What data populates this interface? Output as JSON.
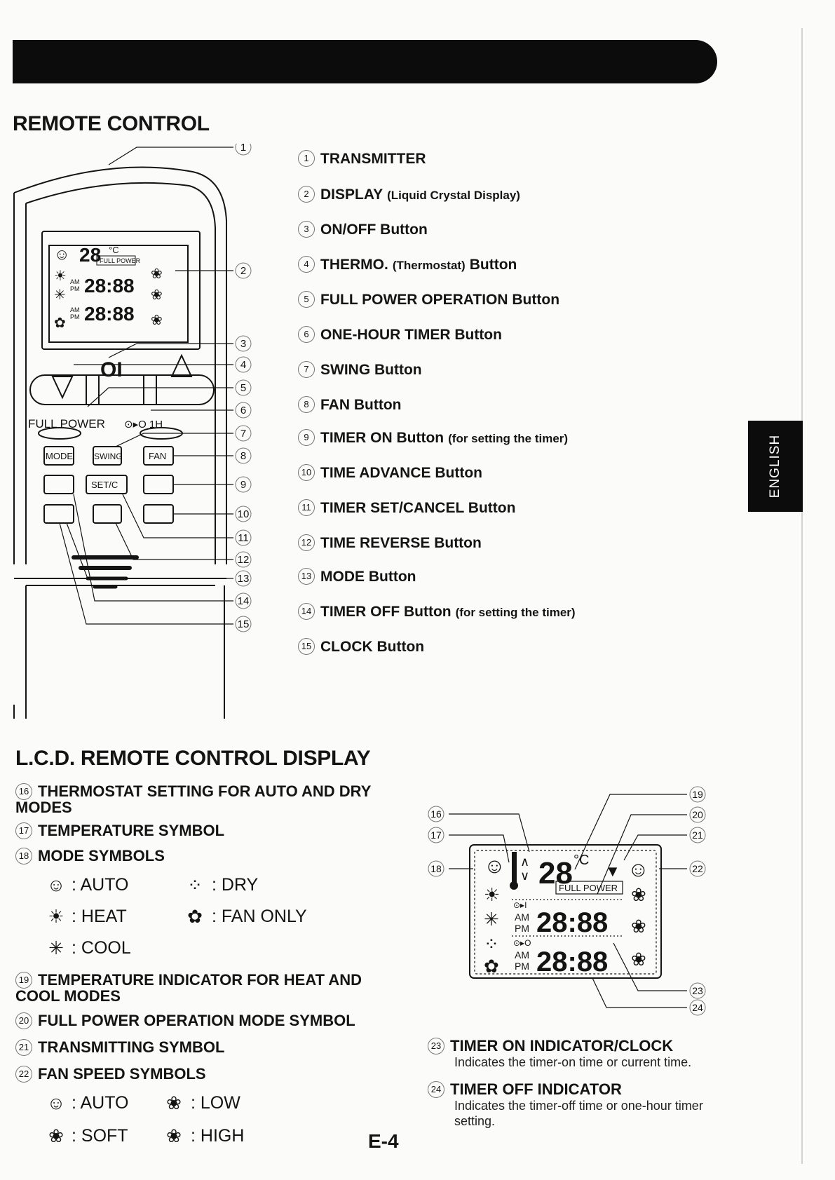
{
  "sections": {
    "remote_title": "REMOTE CONTROL",
    "lcd_title": "L.C.D. REMOTE CONTROL DISPLAY",
    "lang_tab": "ENGLISH",
    "page_number": "E-4"
  },
  "remote_parts": [
    {
      "num": "1",
      "name": "TRANSMITTER",
      "note": ""
    },
    {
      "num": "2",
      "name": "DISPLAY",
      "note": "(Liquid Crystal Display)"
    },
    {
      "num": "3",
      "name": "ON/OFF Button",
      "note": ""
    },
    {
      "num": "4",
      "name": "THERMO.",
      "note": "(Thermostat)",
      "suffix": "Button"
    },
    {
      "num": "5",
      "name": "FULL POWER OPERATION Button",
      "note": ""
    },
    {
      "num": "6",
      "name": "ONE-HOUR TIMER Button",
      "note": ""
    },
    {
      "num": "7",
      "name": "SWING Button",
      "note": ""
    },
    {
      "num": "8",
      "name": "FAN Button",
      "note": ""
    },
    {
      "num": "9",
      "name": "TIMER ON Button",
      "note": "(for setting the timer)"
    },
    {
      "num": "10",
      "name": "TIME ADVANCE Button",
      "note": ""
    },
    {
      "num": "11",
      "name": "TIMER SET/CANCEL Button",
      "note": ""
    },
    {
      "num": "12",
      "name": "TIME REVERSE Button",
      "note": ""
    },
    {
      "num": "13",
      "name": "MODE Button",
      "note": ""
    },
    {
      "num": "14",
      "name": "TIMER OFF Button",
      "note": "(for setting the timer)"
    },
    {
      "num": "15",
      "name": "CLOCK Button",
      "note": ""
    }
  ],
  "remote_diagram": {
    "display_digits": "28",
    "temp_unit": "°C",
    "time_digits": "28:88",
    "am": "AM",
    "pm": "PM",
    "full_power_badge": "FULL POWER",
    "on_off_label": "OI",
    "full_power_label": "FULL POWER",
    "one_hour_label": "⊙▸O 1H",
    "mode_btn": "MODE",
    "swing_btn": "SWING",
    "fan_btn": "FAN",
    "setc_btn": "SET/C"
  },
  "lcd_items": [
    {
      "num": "16",
      "text": "THERMOSTAT SETTING FOR AUTO AND DRY MODES"
    },
    {
      "num": "17",
      "text": "TEMPERATURE SYMBOL"
    },
    {
      "num": "18",
      "text": "MODE SYMBOLS"
    },
    {
      "num": "19",
      "text": "TEMPERATURE INDICATOR FOR HEAT AND COOL MODES"
    },
    {
      "num": "20",
      "text": "FULL POWER OPERATION MODE SYMBOL"
    },
    {
      "num": "21",
      "text": "TRANSMITTING SYMBOL"
    },
    {
      "num": "22",
      "text": "FAN SPEED SYMBOLS"
    }
  ],
  "mode_symbols": [
    {
      "glyph": "auto-icon",
      "label": ": AUTO"
    },
    {
      "glyph": "dry-icon",
      "label": ": DRY"
    },
    {
      "glyph": "heat-icon",
      "label": ": HEAT"
    },
    {
      "glyph": "fan-only-icon",
      "label": ": FAN ONLY"
    },
    {
      "glyph": "cool-icon",
      "label": ": COOL"
    }
  ],
  "fan_symbols": [
    {
      "glyph": "auto-icon",
      "label": ": AUTO"
    },
    {
      "glyph": "low-fan-icon",
      "label": ": LOW"
    },
    {
      "glyph": "soft-fan-icon",
      "label": ": SOFT"
    },
    {
      "glyph": "high-fan-icon",
      "label": ": HIGH"
    }
  ],
  "timer_items": [
    {
      "num": "23",
      "title": "TIMER ON INDICATOR/CLOCK",
      "desc": "Indicates the timer-on time or current time."
    },
    {
      "num": "24",
      "title": "TIMER OFF INDICATOR",
      "desc": "Indicates the timer-off time or one-hour timer setting."
    }
  ],
  "lcd_diagram": {
    "callouts": [
      "16",
      "17",
      "18",
      "19",
      "20",
      "21",
      "22",
      "23",
      "24"
    ],
    "digits": "28",
    "temp_unit": "°C",
    "full_power_badge": "FULL POWER",
    "time_digits": "28:88",
    "am": "AM",
    "pm": "PM",
    "timer_on_glyph": "⊙▸I",
    "timer_off_glyph": "⊙▸O"
  }
}
